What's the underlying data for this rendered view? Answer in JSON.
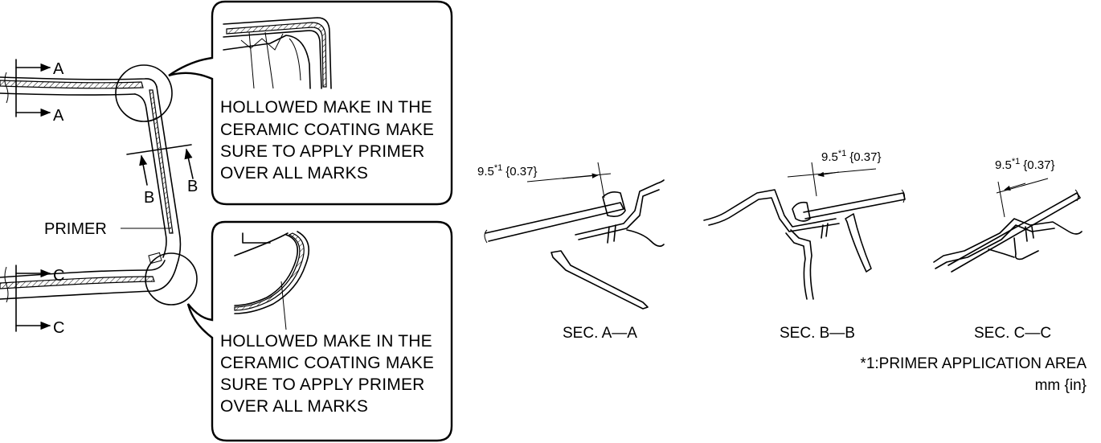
{
  "section_marks": {
    "a": "A",
    "b": "B",
    "c": "C"
  },
  "primer_label": "PRIMER",
  "callouts": [
    {
      "lines": [
        "HOLLOWED MAKE IN THE",
        "CERAMIC COATING MAKE",
        "SURE TO APPLY PRIMER",
        "OVER ALL MARKS"
      ]
    },
    {
      "lines": [
        "HOLLOWED MAKE IN THE",
        "CERAMIC COATING MAKE",
        "SURE TO APPLY PRIMER",
        "OVER ALL MARKS"
      ]
    }
  ],
  "sections": [
    {
      "title": "SEC. A—A",
      "dim_base": "9.5",
      "dim_sup": "*1",
      "dim_in": "{0.37}"
    },
    {
      "title": "SEC. B—B",
      "dim_base": "9.5",
      "dim_sup": "*1",
      "dim_in": "{0.37}"
    },
    {
      "title": "SEC. C—C",
      "dim_base": "9.5",
      "dim_sup": "*1",
      "dim_in": "{0.37}"
    }
  ],
  "footnote": "*1:PRIMER APPLICATION AREA",
  "units": "mm {in}"
}
